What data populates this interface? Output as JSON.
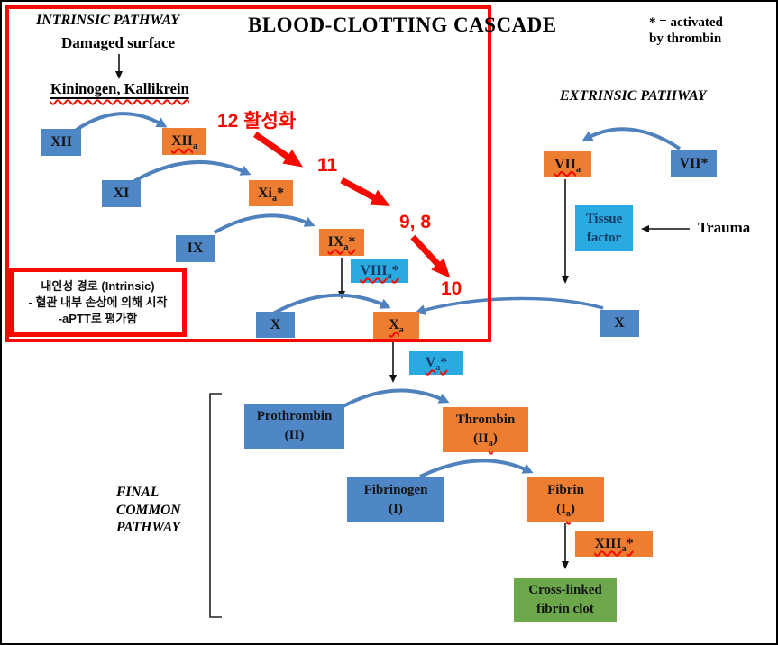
{
  "slide": {
    "title": "BLOOD-CLOTTING CASCADE",
    "legend_line1": "* = activated",
    "legend_line2": "by thrombin"
  },
  "intrinsic": {
    "title": "INTRINSIC PATHWAY",
    "damaged_surface": "Damaged surface",
    "kininogen": "Kininogen, Kallikrein"
  },
  "extrinsic": {
    "title": "EXTRINSIC PATHWAY",
    "trauma": "Trauma"
  },
  "final_common": {
    "line1": "FINAL",
    "line2": "COMMON",
    "line3": "PATHWAY"
  },
  "korean_note": {
    "line1": "내인성 경로 (Intrinsic)",
    "line2": "- 혈관 내부 손상에 의해 시작",
    "line3": "-aPTT로 평가함"
  },
  "annotations": {
    "a12": "12 활성화",
    "a11": "11",
    "a98": "9, 8",
    "a10": "10"
  },
  "nodes": {
    "xii": {
      "label": "XII"
    },
    "xiia": {
      "pre": "XII",
      "sub": "a"
    },
    "xi": {
      "label": "XI"
    },
    "xia": {
      "pre": "Xi",
      "sub": "a",
      "post": "*"
    },
    "ix": {
      "label": "IX"
    },
    "ixa": {
      "pre": "IX",
      "sub": "a",
      "post": "*"
    },
    "viiia": {
      "pre": "VIII",
      "sub": "a",
      "post": "*"
    },
    "x_left": {
      "label": "X"
    },
    "xa": {
      "pre": "X",
      "sub": "a"
    },
    "x_right": {
      "label": "X"
    },
    "viia": {
      "pre": "VII",
      "sub": "a"
    },
    "vii": {
      "label": "VII*"
    },
    "tissue": {
      "line1": "Tissue",
      "line2": "factor"
    },
    "va": {
      "pre": "V",
      "sub": "a",
      "post": "*"
    },
    "prothrombin": {
      "line1": "Prothrombin",
      "line2": "(II)"
    },
    "thrombin": {
      "line1": "Thrombin",
      "l2pre": "(II",
      "l2sub": "a",
      "l2post": ")"
    },
    "fibrinogen": {
      "line1": "Fibrinogen",
      "line2": "(I)"
    },
    "fibrin": {
      "line1": "Fibrin",
      "l2pre": "(I",
      "l2sub": "a",
      "l2post": ")"
    },
    "xiiia": {
      "pre": "XIII",
      "sub": "a",
      "post": "*"
    },
    "clot": {
      "line1": "Cross-linked",
      "line2": "fibrin clot"
    }
  },
  "colors": {
    "box_blue": "#4f86c6",
    "box_orange": "#ed7d31",
    "box_cyan": "#29abe2",
    "box_green": "#6ca84b",
    "annotation_red": "#f40b00",
    "curve_blue": "#4f81bd"
  }
}
